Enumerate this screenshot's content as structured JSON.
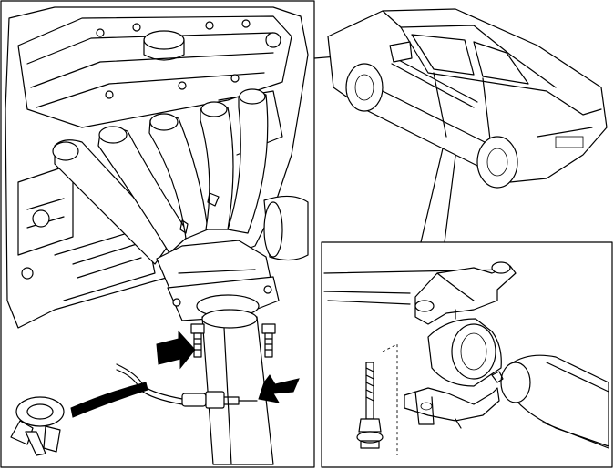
{
  "figure": {
    "panels": [
      {
        "id": "engine-exhaust-manifold-view"
      },
      {
        "id": "vehicle-underbody-location-view"
      },
      {
        "id": "exhaust-pipe-hanger-detail-view"
      }
    ],
    "icons": [
      "engine-block-icon",
      "exhaust-manifold-icon",
      "oxygen-sensor-icon",
      "wire-clip-icon",
      "arrow-icon",
      "car-icon",
      "rubber-hanger-icon",
      "bolt-icon",
      "bracket-icon"
    ],
    "colors": {
      "line": "#000000",
      "background": "#ffffff"
    }
  }
}
